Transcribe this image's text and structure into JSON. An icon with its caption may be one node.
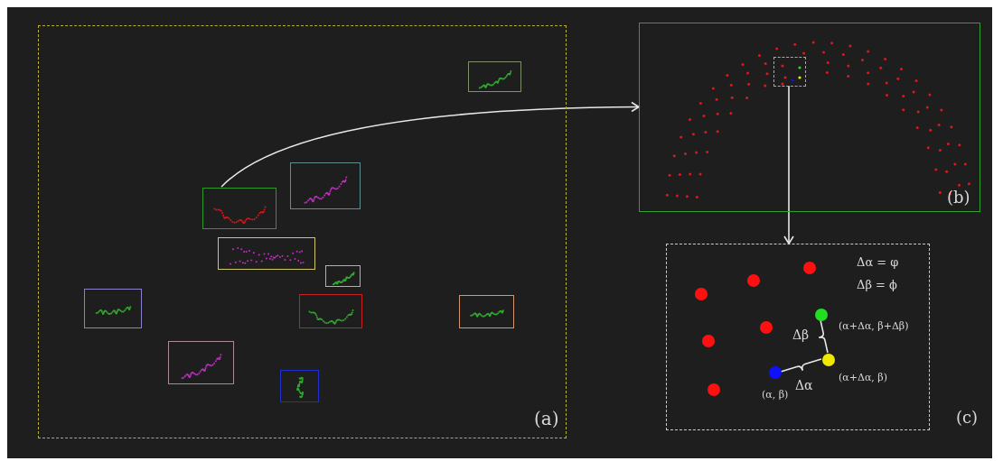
{
  "diagram": {
    "nodes": [
      {
        "text": [
          "(a)"
        ]
      },
      {
        "text": [],
        "shape": "box",
        "in": 0
      },
      {
        "text": [],
        "shape": "box",
        "in": 0
      },
      {
        "text": [],
        "shape": "box",
        "in": 0
      },
      {
        "text": [],
        "shape": "box",
        "in": 0
      },
      {
        "text": [],
        "shape": "box",
        "in": 0
      },
      {
        "text": [],
        "shape": "box",
        "in": 0
      },
      {
        "text": [],
        "shape": "box",
        "in": 0
      },
      {
        "text": [],
        "shape": "box",
        "in": 0
      },
      {
        "text": [],
        "shape": "box",
        "in": 0
      },
      {
        "text": [],
        "shape": "box",
        "in": 0
      },
      {
        "text": [
          "(b)"
        ]
      },
      {
        "text": [],
        "shape": "box",
        "in": 11
      },
      {
        "text": [
          "(c)"
        ]
      },
      {
        "text": [],
        "shape": "circle",
        "in": 13
      },
      {
        "text": [],
        "shape": "circle",
        "in": 13
      },
      {
        "text": [],
        "shape": "circle",
        "in": 13
      },
      {
        "text": [],
        "shape": "circle",
        "in": 13,
        "beside": [
          "(α+Δα, β+Δβ)"
        ]
      },
      {
        "text": [],
        "shape": "circle",
        "in": 13
      },
      {
        "text": [],
        "shape": "circle",
        "in": 13
      },
      {
        "text": [],
        "shape": "circle",
        "in": 13,
        "beside": [
          "(α+Δα, β)"
        ]
      },
      {
        "text": [],
        "shape": "circle",
        "in": 13,
        "beside": [
          "(α, β)"
        ]
      },
      {
        "text": [],
        "shape": "circle",
        "in": 13
      }
    ],
    "edges": [
      {
        "from": 3,
        "to": 11,
        "arrow": "to"
      },
      {
        "from": 12,
        "to": 13,
        "arrow": "to"
      },
      {
        "from": 21,
        "to": 20,
        "arrow": "none",
        "label": "Δα"
      },
      {
        "from": 20,
        "to": 17,
        "arrow": "none",
        "label": "Δβ"
      }
    ],
    "labels": [
      "Δα = φ",
      "Δβ = ϕ"
    ]
  }
}
